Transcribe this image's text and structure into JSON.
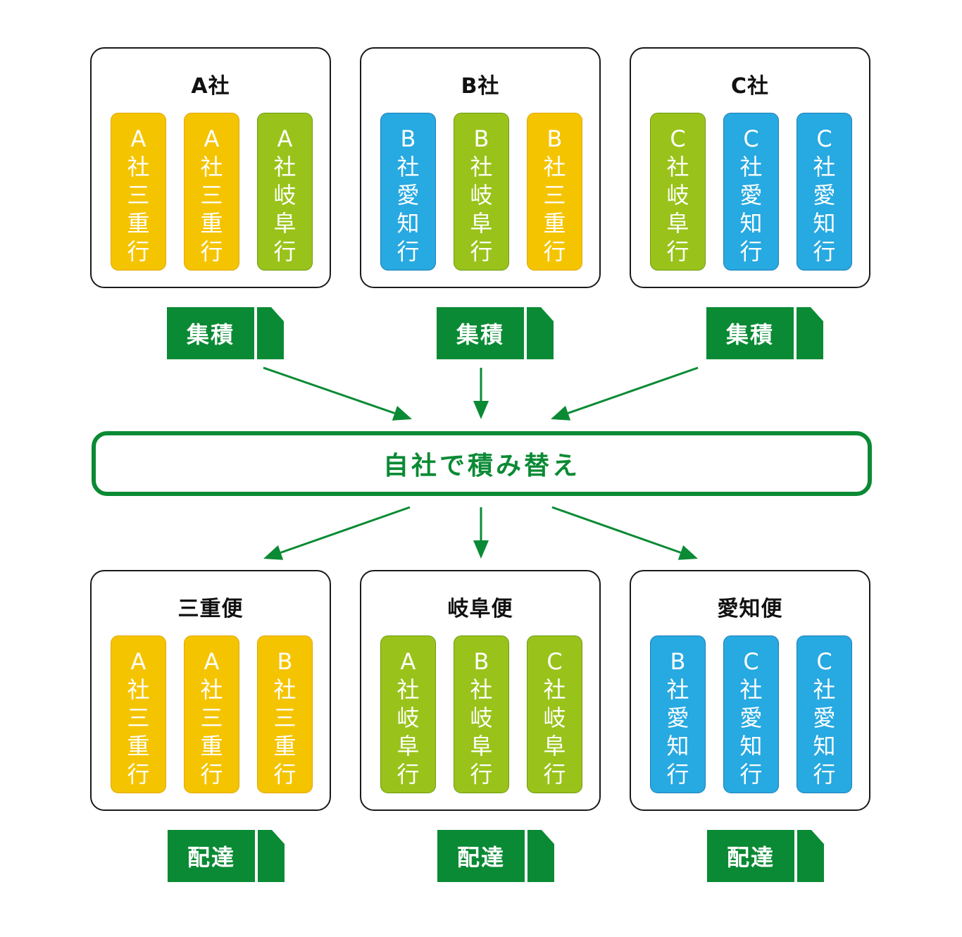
{
  "colors": {
    "yellow": "#f5c400",
    "green": "#99c31a",
    "blue": "#27a9e1",
    "accent": "#0a8a34"
  },
  "top_boxes": [
    {
      "title": "A社",
      "items": [
        {
          "text": "A社三重行",
          "color": "yellow"
        },
        {
          "text": "A社三重行",
          "color": "yellow"
        },
        {
          "text": "A社岐阜行",
          "color": "green"
        }
      ]
    },
    {
      "title": "B社",
      "items": [
        {
          "text": "B社愛知行",
          "color": "blue"
        },
        {
          "text": "B社岐阜行",
          "color": "green"
        },
        {
          "text": "B社三重行",
          "color": "yellow"
        }
      ]
    },
    {
      "title": "C社",
      "items": [
        {
          "text": "C社岐阜行",
          "color": "green"
        },
        {
          "text": "C社愛知行",
          "color": "blue"
        },
        {
          "text": "C社愛知行",
          "color": "blue"
        }
      ]
    }
  ],
  "collect_label": "集積",
  "hub_label": "自社で積み替え",
  "bottom_boxes": [
    {
      "title": "三重便",
      "items": [
        {
          "text": "A社三重行",
          "color": "yellow"
        },
        {
          "text": "A社三重行",
          "color": "yellow"
        },
        {
          "text": "B社三重行",
          "color": "yellow"
        }
      ]
    },
    {
      "title": "岐阜便",
      "items": [
        {
          "text": "A社岐阜行",
          "color": "green"
        },
        {
          "text": "B社岐阜行",
          "color": "green"
        },
        {
          "text": "C社岐阜行",
          "color": "green"
        }
      ]
    },
    {
      "title": "愛知便",
      "items": [
        {
          "text": "B社愛知行",
          "color": "blue"
        },
        {
          "text": "C社愛知行",
          "color": "blue"
        },
        {
          "text": "C社愛知行",
          "color": "blue"
        }
      ]
    }
  ],
  "deliver_label": "配達"
}
